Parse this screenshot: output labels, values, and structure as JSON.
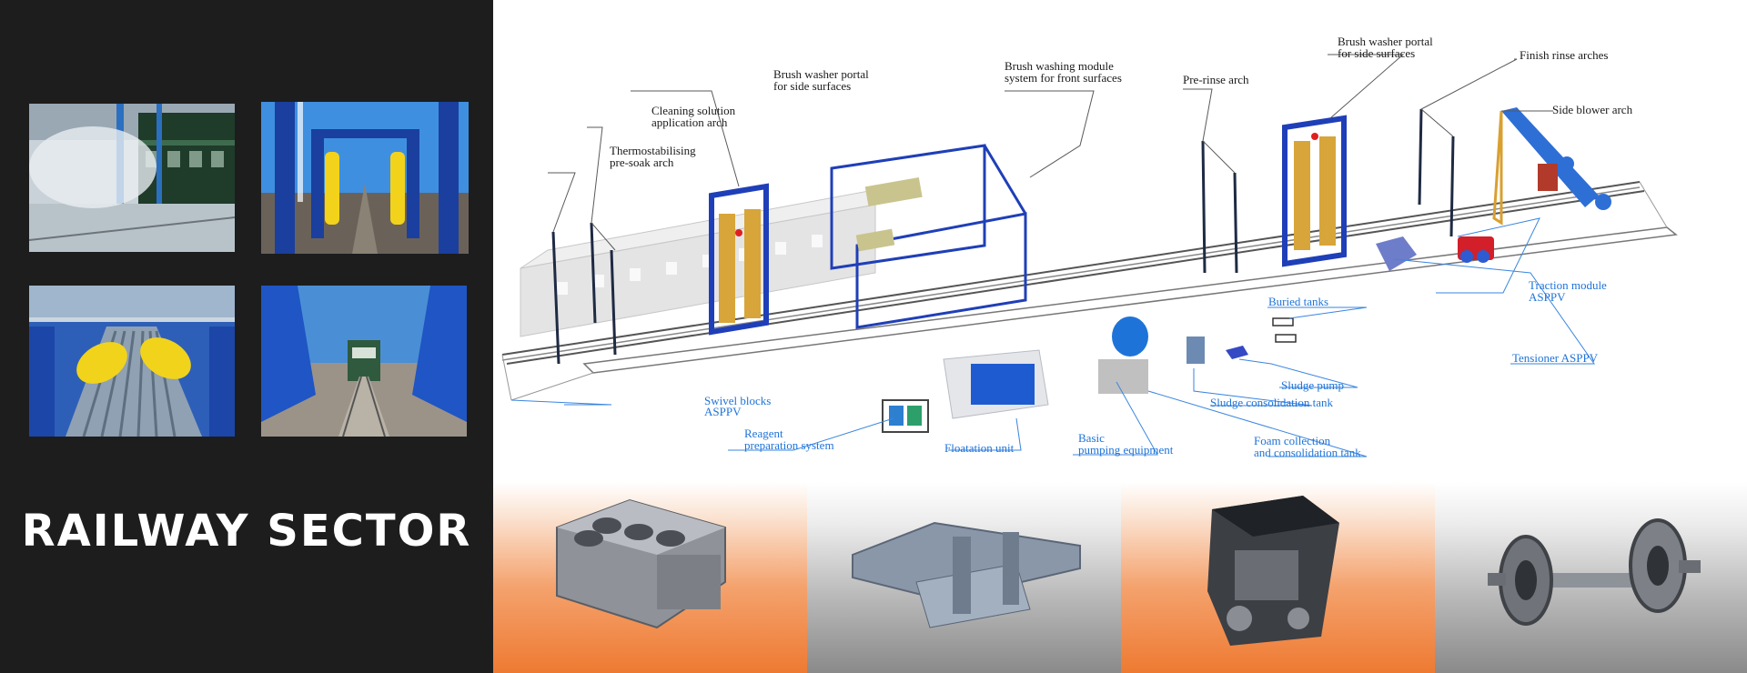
{
  "title": "RAILWAY SECTOR",
  "colors": {
    "panel_bg": "#1d1d1e",
    "accent_orange": "#ee7a32",
    "structure_blue": "#1f3fb8",
    "label_blue": "#1e73d8"
  },
  "photos": [
    {
      "name": "photo-train-wash-spray"
    },
    {
      "name": "photo-wash-portal-yellow-brushes"
    },
    {
      "name": "photo-brush-closeup"
    },
    {
      "name": "photo-wash-arch-rails"
    }
  ],
  "diagram": {
    "labels_dark": {
      "thermo": [
        "Thermostabilising",
        "pre-soak arch"
      ],
      "cleaning": [
        "Cleaning solution",
        "application arch"
      ],
      "brush_side_left": [
        "Brush washer portal",
        "for side surfaces"
      ],
      "brush_front": [
        "Brush washing module",
        "system for front surfaces"
      ],
      "prerinse": [
        "Pre-rinse arch"
      ],
      "brush_side_right": [
        "Brush washer portal",
        "for side surfaces"
      ],
      "finish": [
        "Finish rinse arches"
      ],
      "side_blower": [
        "Side blower arch"
      ]
    },
    "labels_blue": {
      "buried": [
        "Buried tanks"
      ],
      "traction": [
        "Traction module",
        "ASPPV"
      ],
      "tensioner": [
        "Tensioner ASPPV"
      ],
      "sludge_pump": [
        "Sludge pump"
      ],
      "sludge_tank": [
        "Sludge consolidation tank"
      ],
      "swivel": [
        "Swivel blocks",
        "ASPPV"
      ],
      "reagent": [
        "Reagent",
        "preparation system"
      ],
      "flotation": [
        "Floatation unit"
      ],
      "basic": [
        "Basic",
        "pumping equipment"
      ],
      "foam": [
        "Foam collection",
        "and consolidation tank"
      ]
    }
  },
  "products": [
    {
      "name": "engine-block"
    },
    {
      "name": "bogie-frame"
    },
    {
      "name": "diesel-engine"
    },
    {
      "name": "wheelset"
    }
  ]
}
